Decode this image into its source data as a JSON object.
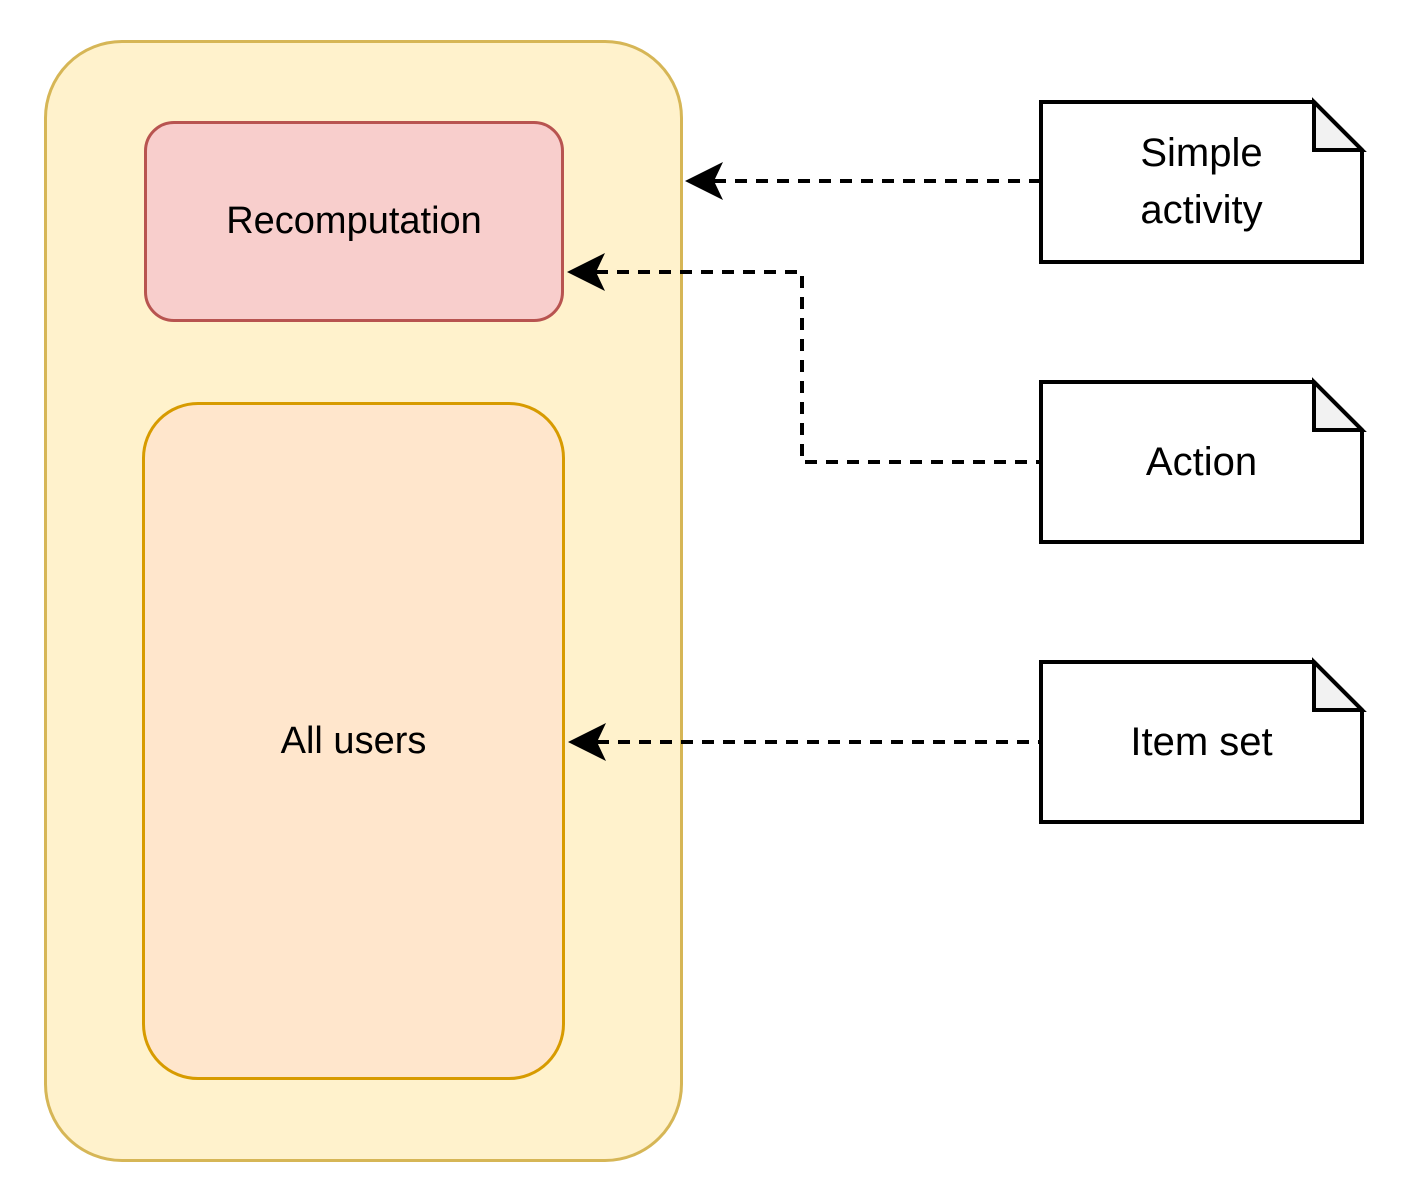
{
  "diagram": {
    "type": "uml-activity-annotation-diagram",
    "nodes": [
      {
        "id": "recomputation",
        "label": "Recomputation",
        "fill": "#F8CECC",
        "border": "#B85450",
        "parent": "outer-container"
      },
      {
        "id": "all-users",
        "label": "All users",
        "fill": "#FFE6CC",
        "border": "#D79B00",
        "parent": "outer-container"
      }
    ],
    "container": {
      "id": "outer-container",
      "label": "",
      "fill": "#FFF2CC",
      "border": "#D6B656"
    },
    "notes": [
      {
        "id": "simple-activity",
        "label": "Simple activity",
        "fill": "#FFFFFF",
        "border": "#000000",
        "points_to": "outer-container"
      },
      {
        "id": "action",
        "label": "Action",
        "fill": "#FFFFFF",
        "border": "#000000",
        "points_to": "recomputation"
      },
      {
        "id": "item-set",
        "label": "Item set",
        "fill": "#FFFFFF",
        "border": "#000000",
        "points_to": "all-users"
      }
    ],
    "connectors": [
      {
        "from": "simple-activity",
        "to": "outer-container",
        "style": "dashed",
        "arrowhead": "stealth",
        "color": "#000000"
      },
      {
        "from": "action",
        "to": "recomputation",
        "style": "dashed",
        "arrowhead": "stealth",
        "color": "#000000"
      },
      {
        "from": "item-set",
        "to": "all-users",
        "style": "dashed",
        "arrowhead": "stealth",
        "color": "#000000"
      }
    ],
    "colors": {
      "container_fill": "#FFF2CC",
      "container_border": "#D6B656",
      "recomputation_fill": "#F8CECC",
      "recomputation_border": "#B85450",
      "all_users_fill": "#FFE6CC",
      "all_users_border": "#D79B00",
      "note_fill": "#FFFFFF",
      "note_fold_fill": "#F2F2F2",
      "note_border": "#000000",
      "connector_color": "#000000",
      "text_color": "#000000"
    }
  }
}
